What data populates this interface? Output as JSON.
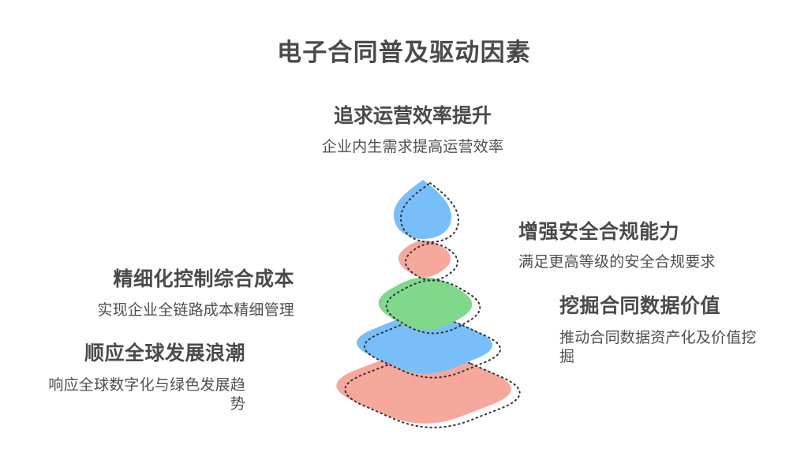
{
  "title": "电子合同普及驱动因素",
  "colors": {
    "background": "#ffffff",
    "blue": "#78BFFA",
    "pink": "#F5A89B",
    "green": "#80D88A",
    "outline_dash": "#333333",
    "title_text": "#4A4A4A",
    "body_text": "#4F4F4F"
  },
  "pyramid": {
    "layers": [
      {
        "name": "layer-5-base",
        "color": "#F5A89B"
      },
      {
        "name": "layer-4",
        "color": "#78BFFA"
      },
      {
        "name": "layer-3",
        "color": "#80D88A"
      },
      {
        "name": "layer-2",
        "color": "#F5A89B"
      },
      {
        "name": "layer-1-top",
        "color": "#78BFFA"
      }
    ]
  },
  "factors": [
    {
      "id": "efficiency",
      "heading": "追求运营效率提升",
      "description": "企业内生需求提高运营效率"
    },
    {
      "id": "compliance",
      "heading": "增强安全合规能力",
      "description": "满足更高等级的安全合规要求"
    },
    {
      "id": "cost",
      "heading": "精细化控制综合成本",
      "description": "实现企业全链路成本精细管理"
    },
    {
      "id": "data-value",
      "heading": "挖掘合同数据价值",
      "description": "推动合同数据资产化及价值挖掘"
    },
    {
      "id": "global-trend",
      "heading": "顺应全球发展浪潮",
      "description": "响应全球数字化与绿色发展趋势"
    }
  ]
}
